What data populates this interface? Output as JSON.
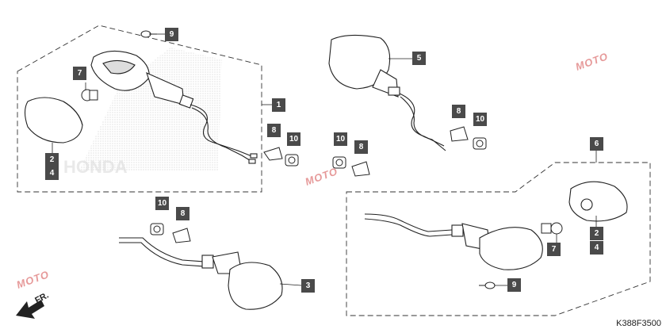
{
  "diagram_code": "K388F3500",
  "front_label": "FR.",
  "watermark": "MOTO",
  "labels": {
    "p1": "1",
    "p2a": "2",
    "p4a": "4",
    "p7a": "7",
    "p9a": "9",
    "p8a": "8",
    "p10a": "10",
    "p5": "5",
    "p8b": "8",
    "p10b": "10",
    "p10c": "10",
    "p8c": "8",
    "p10d": "10",
    "p8d": "8",
    "p3": "3",
    "p6": "6",
    "p2b": "2",
    "p4b": "4",
    "p7b": "7",
    "p9b": "9"
  }
}
